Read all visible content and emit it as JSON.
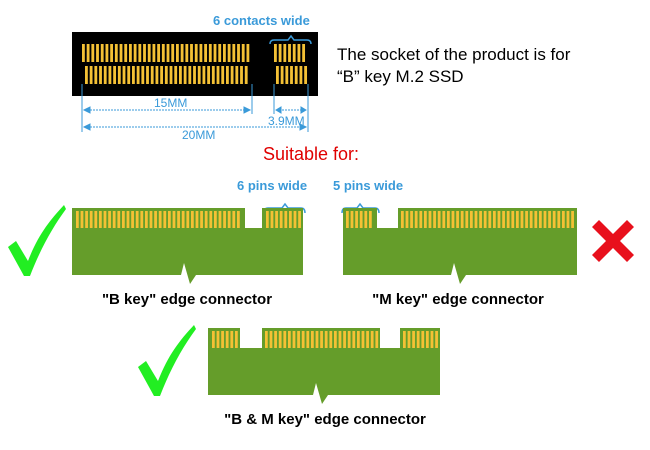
{
  "socket": {
    "contacts_label": "6 contacts wide",
    "dim_15": "15MM",
    "dim_3_9": "3.9MM",
    "dim_20": "20MM",
    "description_line1": "The socket of the product is for",
    "description_line2": "“B” key M.2 SSD"
  },
  "suitable_label": "Suitable for:",
  "connectors": [
    {
      "label": "\"B key\" edge connector",
      "pins_label": "6 pins wide",
      "status": "compatible"
    },
    {
      "label": "\"M key\" edge connector",
      "pins_label": "5 pins wide",
      "status": "incompatible"
    },
    {
      "label": "\"B & M key\" edge connector",
      "status": "compatible"
    }
  ],
  "colors": {
    "pcb": "#659d2a",
    "gold": "#f4c135",
    "check": "#22ee22",
    "cross": "#e8101c",
    "accent": "#3a9ad9",
    "suitable": "#e00000"
  }
}
